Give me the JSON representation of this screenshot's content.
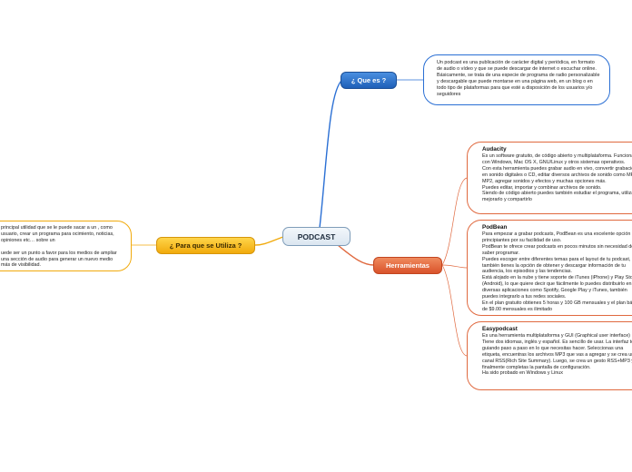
{
  "root": {
    "label": "PODCAST"
  },
  "branches": {
    "que_es": {
      "label": "¿ Que es ?",
      "text": "Un podcast es una publicación de carácter digital y periódica, en formato de audio o vídeo y que se puede descargar de internet o escuchar online. Básicamente, se trata de una especie de programa de radio personalizable y descargable que puede montarse en una página web, en un blog o en todo tipo de plataformas para que esté a disposición de los usuarios y/o seguidores"
    },
    "herramientas": {
      "label": "Herramientas",
      "items": [
        {
          "title": "Audacity",
          "text": "Es un software gratuito, de código abierto y multiplataforma. Funciona con Windows, Mac OS X, GNU/Linux y otros sistemas operativos.\nCon esta herramienta puedes grabar audio en vivo, convertir grabaciones en sonido digitales o CD, editar diversos archivos de sonido como MP3 y MP2, agregar sonidos y efectos y muchas opciones más.\nPuedes editar, importar y combinar archivos de sonido.\nSiendo de código abierto puedes también estudiar el programa, utilizarlo, mejorarlo y compartirlo"
        },
        {
          "title": "PodBean",
          "text": "Para empezar a grabar podcasts, PodBean es una excelente opción para principiantes por su facilidad de uso.\nPodBean te ofrece crear podcasts en pocos minutos sin necesidad de saber programar.\nPuedes escoger entre diferentes temas para el layout de tu podcast, también tienes la opción de obtener y descargar información de tu audiencia, los episodios y las tendencias.\nEstá alojado en la nube y tiene soporte de iTunes (iPhone) y Play Store (Android), lo que quiere decir que fácilmente lo puedes distribuirlo en diversas aplicaciones como Spotify, Google Play y iTunes, también puedes integrarlo a tus redes sociales.\nEn el plan gratuito obtienes 5 horas y 100 GB mensuales y el plan básico de $9.00 mensuales es ilimitado"
        },
        {
          "title": "Easypodcast",
          "text": "Es una herramienta multiplataforma y GUI (Graphical user interface) .\nTiene dos idiomas, inglés y español. Es sencillo de usar. La interfaz te va guiando paso a paso en lo que necesitas hacer. Seleccionas una etiqueta, encuentras los archivos MP3 que vas a agregar y se crea un canal RSS(Rich Site Summary). Luego, se crea un gesto RSS+MP3 y finalmente completas la pantalla de configuración.\nHa sido probado en Windows y Linux"
        }
      ]
    },
    "para_que": {
      "label": "¿ Para que se Utiliza ?",
      "text": "principal utilidad que se le puede sacar a un , como usuario, crear un programa para ocimiento, noticias, opiniones etc… sobre un\n\nuede ser un punto a favor para los medios de ampliar una sección de audio para generar un nuevo medio más de visibilidad."
    }
  },
  "colors": {
    "que_es": "#2a6fd4",
    "herramientas": "#e0693f",
    "para_que": "#f1aa0c",
    "root_border": "#7f9db9"
  }
}
